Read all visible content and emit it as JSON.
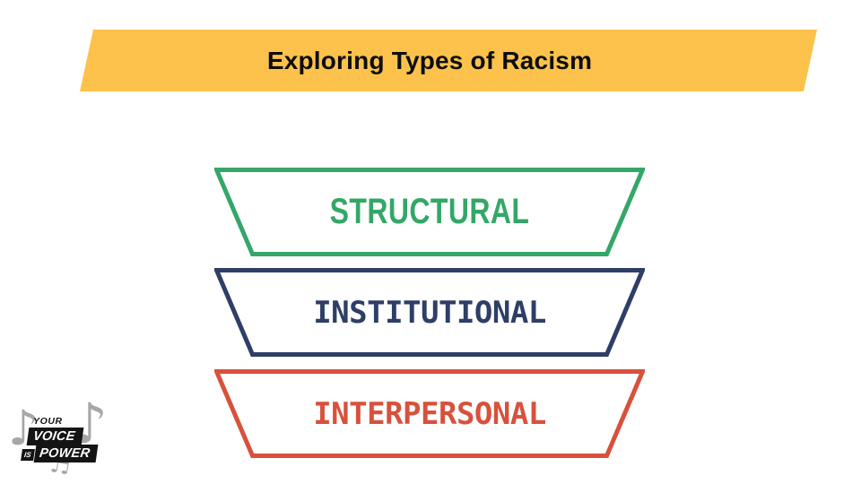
{
  "slide": {
    "banner": {
      "title": "Exploring Types of Racism",
      "color": "#FCC24B",
      "text_color": "#0D0D0D"
    }
  },
  "funnel": {
    "type": "inverted-funnel-diagram",
    "levels": [
      {
        "label": "STRUCTURAL",
        "color": "#34A768"
      },
      {
        "label": "INSTITUTIONAL",
        "color": "#2E3E66"
      },
      {
        "label": "INTERPERSONAL",
        "color": "#D8513C"
      }
    ]
  },
  "logo": {
    "words": {
      "your": "YOUR",
      "voice": "VOICE",
      "is": "IS",
      "power": "POWER"
    },
    "note_color": "#A7A7A7",
    "icons": {
      "eighth_note": "♪",
      "beamed_notes": "♬"
    }
  }
}
